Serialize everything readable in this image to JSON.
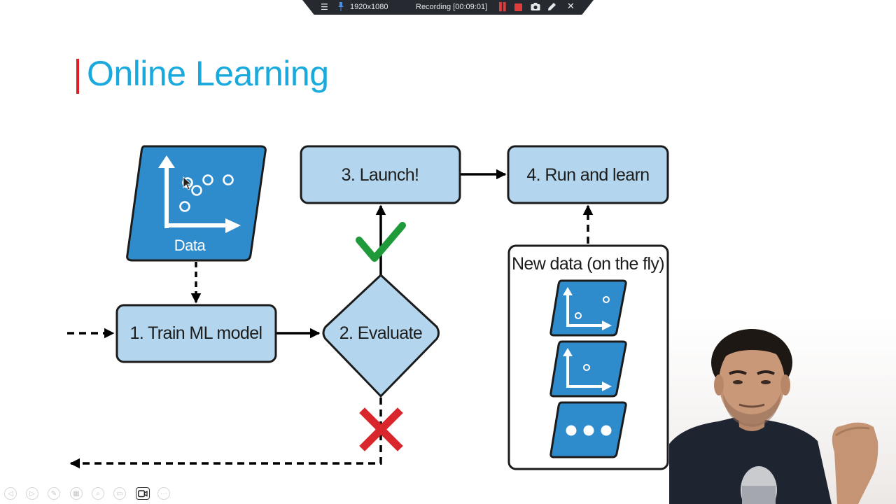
{
  "recording_bar": {
    "resolution": "1920x1080",
    "status": "Recording [00:09:01]",
    "icons": [
      "menu-icon",
      "pin-icon",
      "pause-icon",
      "stop-icon",
      "camera-icon",
      "pen-icon",
      "close-icon"
    ]
  },
  "slide": {
    "title": "Online Learning"
  },
  "diagram": {
    "nodes": {
      "data": "Data",
      "train": "1. Train ML model",
      "evaluate": "2. Evaluate",
      "launch": "3. Launch!",
      "run": "4. Run and learn",
      "new_data": "New data (on the fly)"
    },
    "colors": {
      "dark_blue": "#2f8ccc",
      "light_blue": "#b3d6ee",
      "check_green": "#1f9a3a",
      "cross_red": "#d9262c",
      "title_blue": "#19a9dc",
      "accent_red": "#e31b23"
    }
  },
  "presenter_controls": [
    "previous-icon",
    "next-icon",
    "pen-icon",
    "grid-icon",
    "zoom-icon",
    "subtitles-icon",
    "camera-icon",
    "more-icon"
  ]
}
